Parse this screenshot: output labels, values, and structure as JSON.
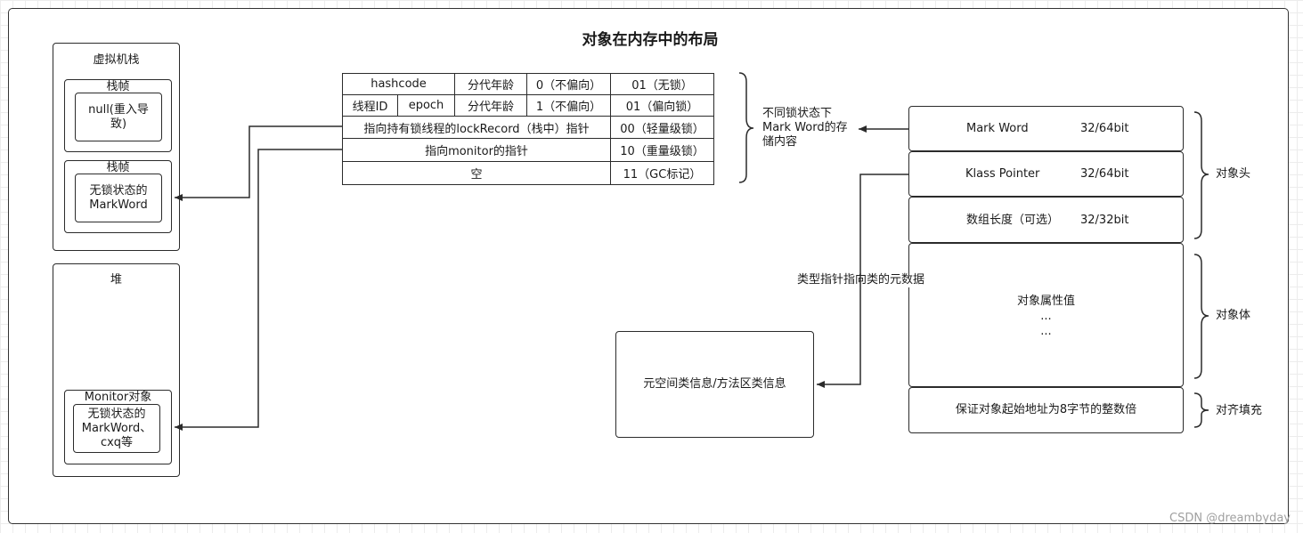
{
  "diagram": {
    "title": "对象在内存中的布局",
    "vm_stack": {
      "title": "虚拟机栈",
      "frames": [
        {
          "title": "栈帧",
          "content": "null(重入导致)"
        },
        {
          "title": "栈帧",
          "content": "无锁状态的MarkWord"
        }
      ]
    },
    "heap": {
      "title": "堆",
      "monitor": {
        "title": "Monitor对象",
        "content": "无锁状态的MarkWord、cxq等"
      }
    },
    "markword_table": {
      "rows": [
        {
          "cells": [
            "hashcode",
            "分代年龄",
            "0（不偏向）",
            "01（无锁）"
          ]
        },
        {
          "cells": [
            "线程ID",
            "epoch",
            "分代年龄",
            "1（不偏向）",
            "01（偏向锁）"
          ]
        },
        {
          "cells": [
            "指向持有锁线程的lockRecord（栈中）指针",
            "00（轻量级锁）"
          ]
        },
        {
          "cells": [
            "指向monitor的指针",
            "10（重量级锁）"
          ]
        },
        {
          "cells": [
            "空",
            "11（GC标记）"
          ]
        }
      ]
    },
    "brace_note": "不同锁状态下Mark Word的存储内容",
    "object_header": {
      "rows": [
        {
          "name": "Mark Word",
          "size": "32/64bit"
        },
        {
          "name": "Klass Pointer",
          "size": "32/64bit"
        },
        {
          "name": "数组长度（可选）",
          "size": "32/32bit"
        }
      ],
      "label": "对象头"
    },
    "object_body": {
      "lines": [
        "对象属性值",
        "...",
        "..."
      ],
      "label": "对象体"
    },
    "padding": {
      "text": "保证对象起始地址为8字节的整数倍",
      "label": "对齐填充"
    },
    "klass_edge_label": "类型指针指向类的元数据",
    "metaspace": "元空间类信息/方法区类信息"
  },
  "watermark": "CSDN @dreambyday",
  "colors": {
    "stroke": "#2b2b2b",
    "background": "#ffffff",
    "grid": "#ececec",
    "watermark": "#a0a0a0"
  }
}
